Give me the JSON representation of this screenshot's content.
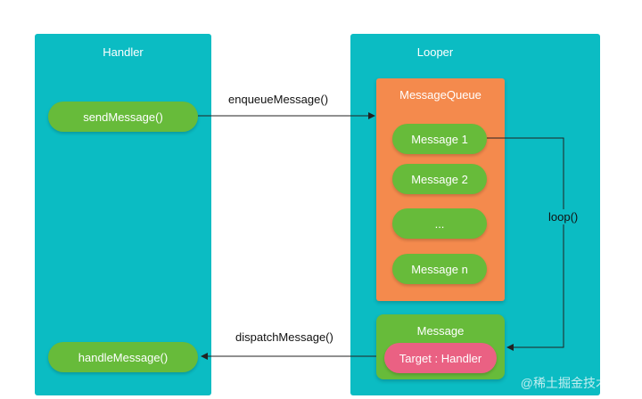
{
  "handler_panel": {
    "title": "Handler",
    "send_button": "sendMessage()",
    "handle_button": "handleMessage()"
  },
  "looper_panel": {
    "title": "Looper",
    "message_queue": {
      "title": "MessageQueue",
      "items": [
        "Message 1",
        "Message 2",
        "...",
        "Message n"
      ]
    },
    "message": {
      "title": "Message",
      "target": "Target : Handler"
    }
  },
  "arrows": {
    "enqueue": "enqueueMessage()",
    "dispatch": "dispatchMessage()",
    "loop": "loop()"
  },
  "watermark": "@稀土掘金技术社区",
  "colors": {
    "panel": "#0bbcc3",
    "pill_green": "#67bb3a",
    "queue_orange": "#f48a4d",
    "target_pink": "#ea6183"
  }
}
